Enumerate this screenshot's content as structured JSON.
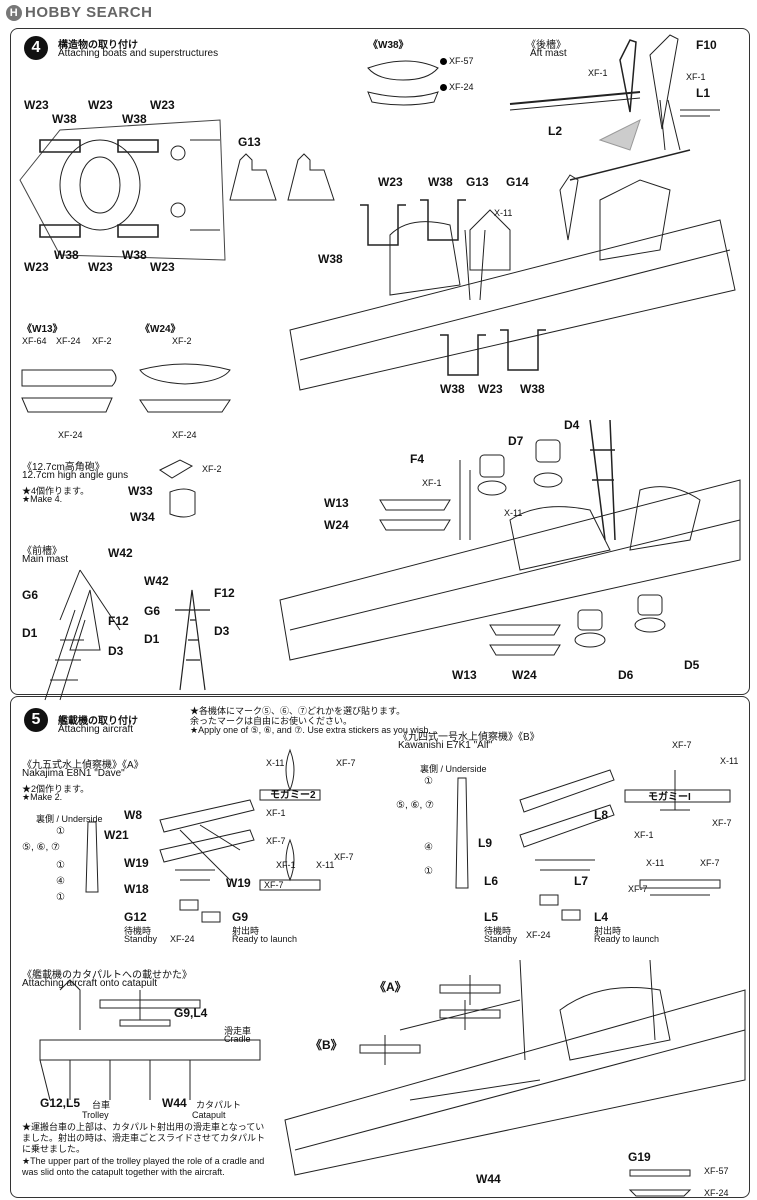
{
  "header": {
    "logo_text": "HOBBY SEARCH",
    "logo_mark": "H"
  },
  "step4": {
    "number": "4",
    "title_jp": "構造物の取り付け",
    "title_en": "Attaching boats and superstructures",
    "top_labels": [
      "W23",
      "W38",
      "W23",
      "W38",
      "W23",
      "G13",
      "W23",
      "W38",
      "W23",
      "W38",
      "W23"
    ],
    "w38_box": {
      "title": "《W38》",
      "p1": "XF-57",
      "p2": "XF-24"
    },
    "aft_mast": {
      "title_jp": "《後檣》",
      "title_en": "Aft mast",
      "labels": [
        "F10",
        "XF-1",
        "XF-1",
        "L1",
        "L2"
      ]
    },
    "ship_labels_top": [
      "W23",
      "W38",
      "G13",
      "G14",
      "X-11",
      "W38",
      "W38",
      "W23",
      "W38"
    ],
    "w13": {
      "title": "《W13》",
      "paints": [
        "XF-64",
        "XF-24",
        "XF-2"
      ],
      "bottom": "XF-24"
    },
    "w24": {
      "title": "《W24》",
      "paint": "XF-2",
      "bottom": "XF-24"
    },
    "guns": {
      "title_jp": "《12.7cm高角砲》",
      "title_en": "12.7cm high angle guns",
      "note_jp": "★4個作ります。",
      "note_en": "★Make 4.",
      "paint": "XF-2",
      "parts": [
        "W33",
        "W34"
      ]
    },
    "main_mast": {
      "title_jp": "《前檣》",
      "title_en": "Main mast",
      "labels": [
        "W42",
        "G6",
        "F12",
        "D1",
        "D3"
      ],
      "labels2": [
        "W42",
        "F12",
        "G6",
        "D1",
        "D3"
      ]
    },
    "ship_labels_mid": [
      "D7",
      "D4",
      "F4",
      "XF-1",
      "W13",
      "W24",
      "X-11",
      "W13",
      "W24",
      "D6",
      "D5"
    ]
  },
  "step5": {
    "number": "5",
    "title_jp": "艦載機の取り付け",
    "title_en": "Attaching aircraft",
    "note_jp1": "★各機体にマーク⑤、⑥、⑦どれかを選び貼ります。",
    "note_jp2": "余ったマークは自由にお使いください。",
    "note_en": "★Apply one of ⑤, ⑥, and ⑦. Use extra stickers as you wish.",
    "plane_a": {
      "title_jp": "《九五式水上偵察機》《A》",
      "title_en": "Nakajima E8N1 \"Dave\"",
      "note_jp": "★2個作ります。",
      "note_en": "★Make 2.",
      "underside": "裏側 / Underside",
      "marks": [
        "①",
        "⑤, ⑥, ⑦",
        "①",
        "④",
        "①"
      ],
      "parts": [
        "W8",
        "W21",
        "W19",
        "W18",
        "W19",
        "G12",
        "G9"
      ],
      "standby_jp": "待機時",
      "standby_en": "Standby",
      "launch_jp": "射出時",
      "launch_en": "Ready to launch",
      "paints": [
        "X-11",
        "XF-7",
        "XF-1",
        "XF-7",
        "XF-1",
        "X-11",
        "XF-7",
        "XF-7",
        "XF-24"
      ],
      "wing_text": "モガミー2"
    },
    "plane_b": {
      "title_jp": "《九四式一号水上偵察機》《B》",
      "title_en": "Kawanishi E7K1 \"Alf\"",
      "underside": "裏側 / Underside",
      "marks": [
        "①",
        "⑤, ⑥, ⑦",
        "④",
        "①"
      ],
      "parts": [
        "L8",
        "L9",
        "L6",
        "L7",
        "L5",
        "L4"
      ],
      "standby_jp": "待機時",
      "standby_en": "Standby",
      "launch_jp": "射出時",
      "launch_en": "Ready to launch",
      "paints": [
        "XF-7",
        "X-11",
        "XF-1",
        "XF-7",
        "X-11",
        "XF-7",
        "XF-7",
        "XF-24"
      ],
      "wing_text": "モガミーI"
    },
    "catapult": {
      "title_jp": "《艦載機のカタパルトへの載せかた》",
      "title_en": "Attaching aircraft onto catapult",
      "labels": [
        "G9,L4",
        "滑走車",
        "Cradle",
        "G12,L5",
        "台車",
        "Trolley",
        "W44",
        "カタパルト",
        "Catapult"
      ],
      "text_jp": "★運搬台車の上部は、カタパルト射出用の滑走車となっていました。射出の時は、滑走車ごとスライドさせてカタパルトに乗せました。",
      "text_en": "★The upper part of the trolley played the role of a cradle and was slid onto the catapult together with the aircraft."
    },
    "ship_labels": [
      "《A》",
      "《B》",
      "G19",
      "XF-57",
      "XF-24",
      "W44"
    ]
  }
}
